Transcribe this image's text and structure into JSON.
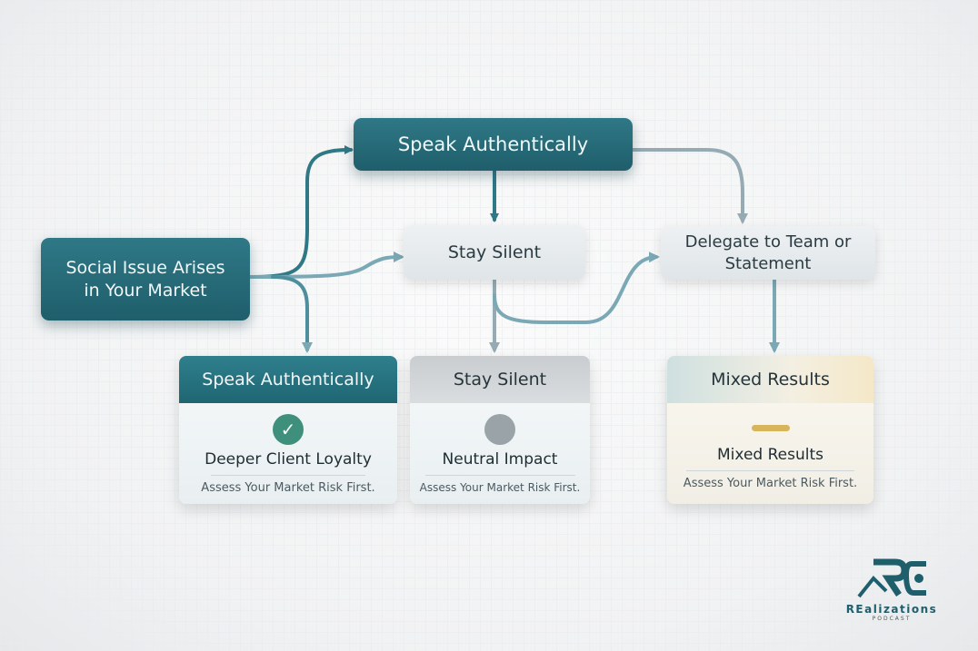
{
  "nodes": {
    "start": "Social Issue Arises in Your Market",
    "speak": "Speak Authentically",
    "silent": "Stay Silent",
    "delegate": "Delegate to Team or Statement"
  },
  "cards": [
    {
      "title": "Speak Authentically",
      "result": "Deeper Client Loyalty",
      "note": "Assess Your Market Risk First.",
      "icon": "check-circle-icon"
    },
    {
      "title": "Stay Silent",
      "result": "Neutral Impact",
      "note": "Assess Your Market Risk First.",
      "icon": "gray-circle-icon"
    },
    {
      "title": "Mixed Results",
      "result": "Mixed Results",
      "note": "Assess Your Market Risk First.",
      "icon": "dash-icon"
    }
  ],
  "logo": {
    "name": "REalizations",
    "sub": "PODCAST",
    "mark": "RE"
  },
  "colors": {
    "teal": "#236a77",
    "arrow": "#6fa3b0",
    "gray": "#9aa3a7",
    "gold": "#d8b45a",
    "check": "#3e8f7c"
  }
}
